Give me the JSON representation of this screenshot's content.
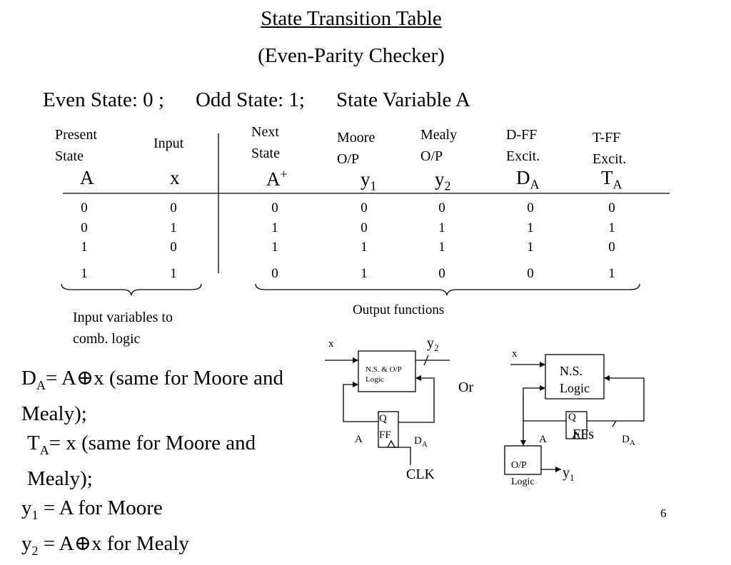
{
  "title": "State Transition Table",
  "subtitle": "(Even-Parity Checker)",
  "states_line": {
    "even": "Even State: 0 ;",
    "odd": "Odd State: 1;",
    "variable": "State Variable A"
  },
  "table": {
    "headers": [
      {
        "label": "Present State",
        "symbol": "A",
        "sub": "",
        "sup": ""
      },
      {
        "label": "Input",
        "symbol": "x",
        "sub": "",
        "sup": ""
      },
      {
        "label": "Next State",
        "symbol": "A",
        "sub": "",
        "sup": "+"
      },
      {
        "label": "Moore O/P",
        "symbol": "y",
        "sub": "1",
        "sup": ""
      },
      {
        "label": "Mealy O/P",
        "symbol": "y",
        "sub": "2",
        "sup": ""
      },
      {
        "label": "D-FF Excit.",
        "symbol": "D",
        "sub": "A",
        "sup": ""
      },
      {
        "label": "T-FF Excit.",
        "symbol": "T",
        "sub": "A",
        "sup": ""
      }
    ],
    "rows": [
      [
        "0",
        "0",
        "0",
        "0",
        "0",
        "0",
        "0"
      ],
      [
        "0",
        "1",
        "1",
        "0",
        "1",
        "1",
        "1"
      ],
      [
        "1",
        "0",
        "1",
        "1",
        "1",
        "1",
        "0"
      ],
      [
        "1",
        "1",
        "0",
        "1",
        "0",
        "0",
        "1"
      ]
    ]
  },
  "brace_labels": {
    "inputs": "Input variables to comb. logic",
    "outputs": "Output functions"
  },
  "equations": {
    "da_main": "D",
    "da_sub": "A",
    "da_rest": "= A⊕x (same for Moore and Mealy);",
    "ta_main": "T",
    "ta_sub": "A",
    "ta_rest": "= x (same for Moore and Mealy);",
    "y1_main": "y",
    "y1_sub": "1",
    "y1_rest": " =  A  for Moore",
    "y2_main": "y",
    "y2_sub": "2",
    "y2_rest": " =  A⊕x for Mealy"
  },
  "diagram_left": {
    "x": "x",
    "y2": "y",
    "y2_sub": "2",
    "logic": "N.S. & O/P Logic",
    "q": "Q",
    "ff": "FF",
    "a": "A",
    "da": "D",
    "da_sub": "A",
    "clk": "CLK"
  },
  "or_label": "Or",
  "diagram_right": {
    "x": "x",
    "logic": "N.S. Logic",
    "q": "Q",
    "ffs": "FFs",
    "a": "A",
    "da": "D",
    "da_sub": "A",
    "op_logic": "O/P Logic",
    "y1": "y",
    "y1_sub": "1"
  },
  "page_number": "6"
}
